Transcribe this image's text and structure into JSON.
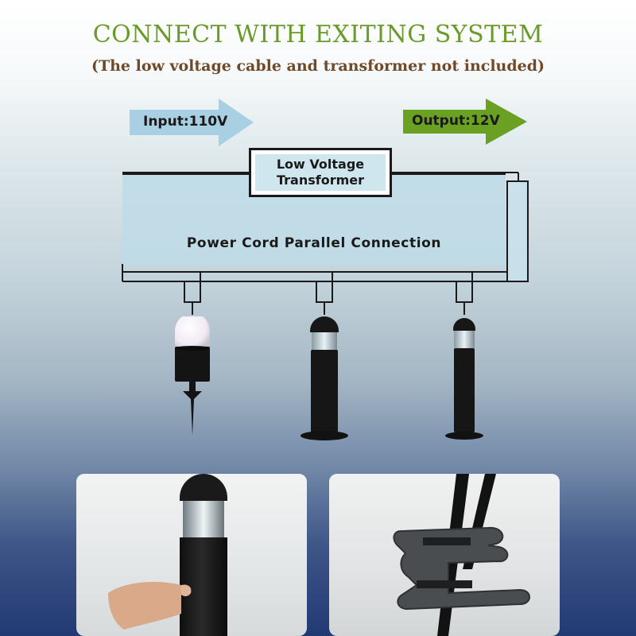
{
  "header": {
    "title": "CONNECT WITH EXITING SYSTEM",
    "subtitle": "(The low voltage cable and transformer not included)"
  },
  "arrows": {
    "input_label": "Input:110V",
    "output_label": "Output:12V",
    "input_color": "#a9cfe2",
    "output_color": "#6aa122"
  },
  "transformer": {
    "line1": "Low Voltage",
    "line2": "Transformer"
  },
  "connection_label": "Power Cord Parallel Connection",
  "lights": [
    {
      "name": "spike-light",
      "type": "dome with frosted globe on ground spike"
    },
    {
      "name": "bollard-light-1",
      "type": "dome bollard with base plate"
    },
    {
      "name": "bollard-light-2",
      "type": "dome bollard with base plate"
    }
  ],
  "photos": [
    {
      "name": "bollard-closeup-photo",
      "icon": "hand-holding-bollard"
    },
    {
      "name": "connector-closeup-photo",
      "icon": "wire-connector-clip"
    }
  ]
}
